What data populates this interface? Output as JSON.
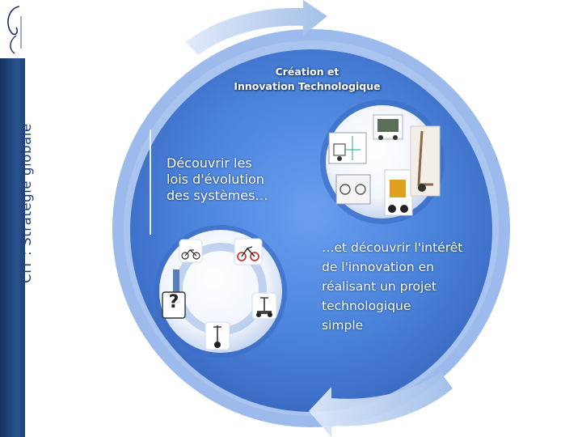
{
  "sidebar": {
    "vertical_title": "CIT : Stratégie globale"
  },
  "header": {
    "line1": "Création et",
    "line2": "Innovation Technologique"
  },
  "left_block": {
    "line1": "Découvrir les",
    "line2": "lois d'évolution",
    "line3": "des systèmes…"
  },
  "right_block": {
    "line1": "…et découvrir l'intérêt",
    "line2": "de l'innovation en",
    "line3": "réalisant un projet",
    "line4": "technologique",
    "line5": "simple"
  },
  "icons": [
    "bicycle-icon",
    "mountain-bike-icon",
    "segway-icon",
    "gyropode-icon",
    "question-mark-icon",
    "robot-icon",
    "hand-truck-icon",
    "schematic-icon",
    "cart-robot-icon",
    "wheeled-robot-icon"
  ],
  "question_mark": "?",
  "colors": {
    "ring_outer": "#8fb0e8",
    "disc_center": "#4d86de",
    "arrow": "#c6d7f4",
    "sidebar": "#2c5591"
  }
}
